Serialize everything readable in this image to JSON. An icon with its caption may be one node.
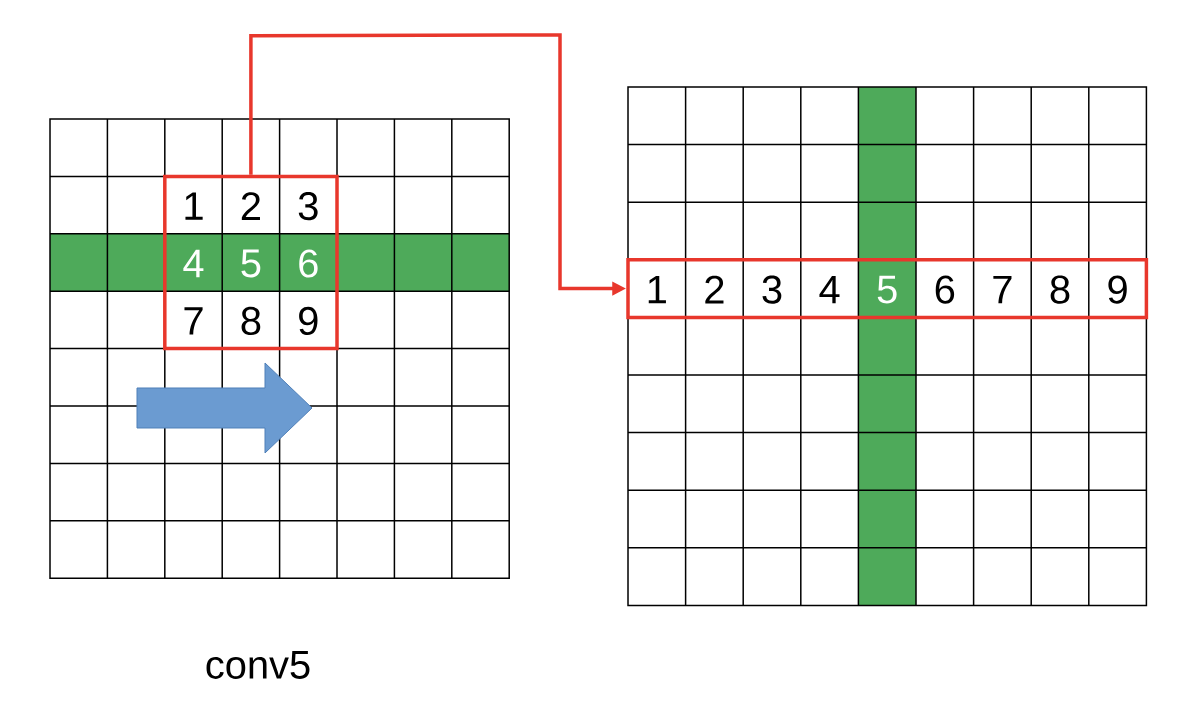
{
  "diagram": {
    "nodes": [
      {
        "text": [
          "1",
          "2",
          "3",
          "4",
          "5",
          "6",
          "7",
          "8",
          "9"
        ]
      },
      {
        "text": [
          "1",
          "2",
          "3",
          "4",
          "5",
          "6",
          "7",
          "8",
          "9"
        ]
      }
    ],
    "edges": [
      {
        "from": 0,
        "to": 1,
        "arrow": "to"
      }
    ],
    "labels": [
      "conv5"
    ]
  }
}
